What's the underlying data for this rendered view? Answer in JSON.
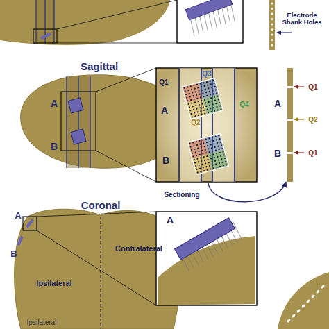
{
  "diagram": {
    "labels": [
      "Electrode Shank Holes",
      "Sagittal",
      "A",
      "B",
      "Q1",
      "Q3",
      "Q2",
      "Q4",
      "A",
      "B",
      "A",
      "Q1",
      "Q2",
      "B",
      "Q1",
      "Sectioning",
      "Coronal",
      "A",
      "B",
      "Contralateral",
      "Ipsilateral",
      "A",
      "Ipsilateral"
    ]
  }
}
